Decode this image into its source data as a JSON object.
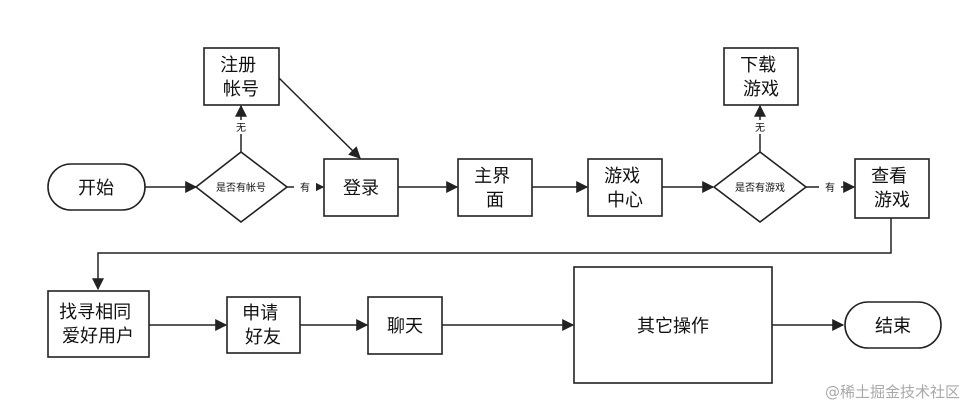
{
  "colors": {
    "stroke": "#222222",
    "text": "#111111",
    "watermark": "#a9a9a9",
    "background": "#ffffff"
  },
  "nodes": {
    "start": "开始",
    "has_account": "是否有帐号",
    "register": [
      "注册",
      "帐号"
    ],
    "login": "登录",
    "main_ui": [
      "主界",
      "面"
    ],
    "game_center": [
      "游戏",
      "中心"
    ],
    "has_game": "是否有游戏",
    "download": [
      "下载",
      "游戏"
    ],
    "view_games": [
      "查看",
      "游戏"
    ],
    "find_users": [
      "找寻相同",
      "爱好用户"
    ],
    "friend_request": [
      "申请",
      "好友"
    ],
    "chat": "聊天",
    "other_ops": "其它操作",
    "end": "结束"
  },
  "edge_labels": {
    "account_no": "无",
    "account_yes": "有",
    "game_no": "无",
    "game_yes": "有"
  },
  "watermark": "@稀土掘金技术社区"
}
